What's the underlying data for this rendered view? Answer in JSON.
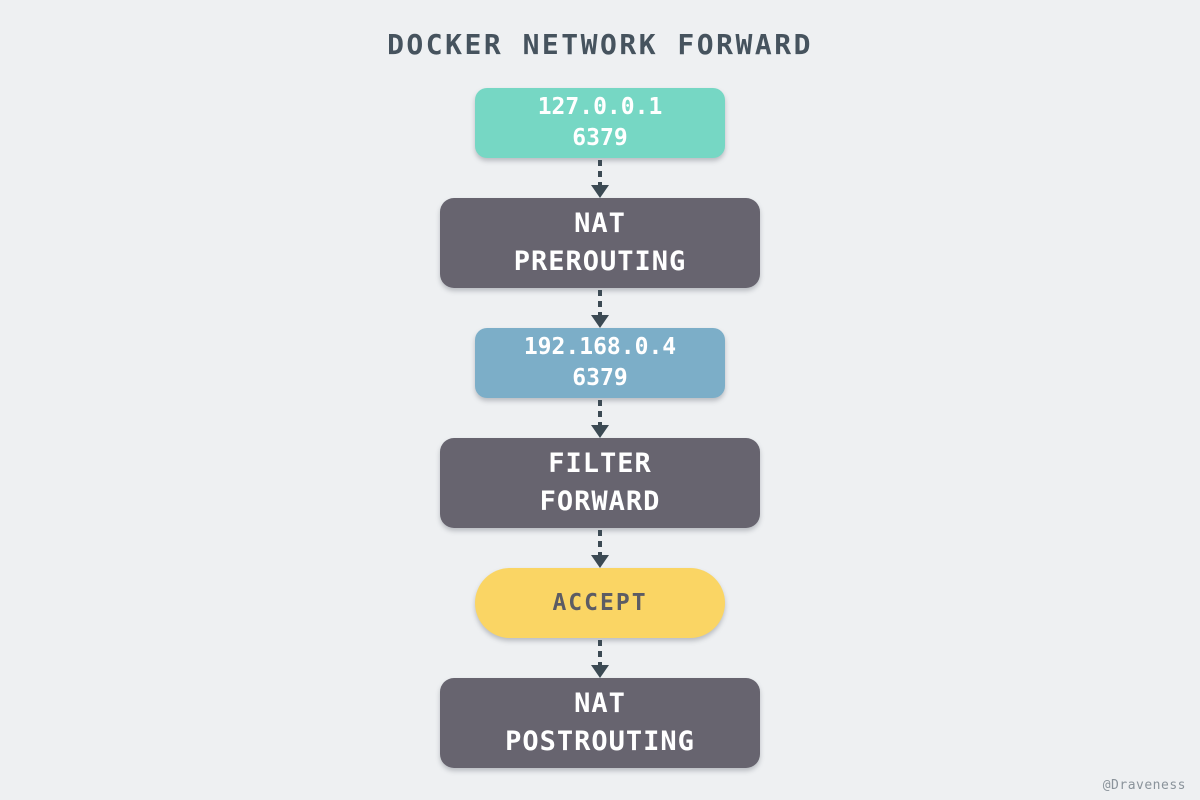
{
  "title": "DOCKER NETWORK FORWARD",
  "watermark": "@Draveness",
  "colors": {
    "background": "#eef0f2",
    "teal": "#76d7c4",
    "blue": "#7caec8",
    "dark": "#67646f",
    "yellow": "#fad564",
    "arrow": "#3c4a54",
    "title_text": "#46535e",
    "accept_text": "#5c5c64",
    "box_text": "#ffffff",
    "watermark_text": "#8a939b"
  },
  "nodes": [
    {
      "id": "source-endpoint",
      "type": "endpoint",
      "color": "teal",
      "lines": [
        "127.0.0.1",
        "6379"
      ]
    },
    {
      "id": "nat-prerouting",
      "type": "chain",
      "color": "dark",
      "lines": [
        "NAT",
        "PREROUTING"
      ]
    },
    {
      "id": "dest-endpoint",
      "type": "endpoint",
      "color": "blue",
      "lines": [
        "192.168.0.4",
        "6379"
      ]
    },
    {
      "id": "filter-forward",
      "type": "chain",
      "color": "dark",
      "lines": [
        "FILTER",
        "FORWARD"
      ]
    },
    {
      "id": "accept-decision",
      "type": "decision",
      "color": "yellow",
      "lines": [
        "ACCEPT"
      ]
    },
    {
      "id": "nat-postrouting",
      "type": "chain",
      "color": "dark",
      "lines": [
        "NAT",
        "POSTROUTING"
      ]
    }
  ]
}
